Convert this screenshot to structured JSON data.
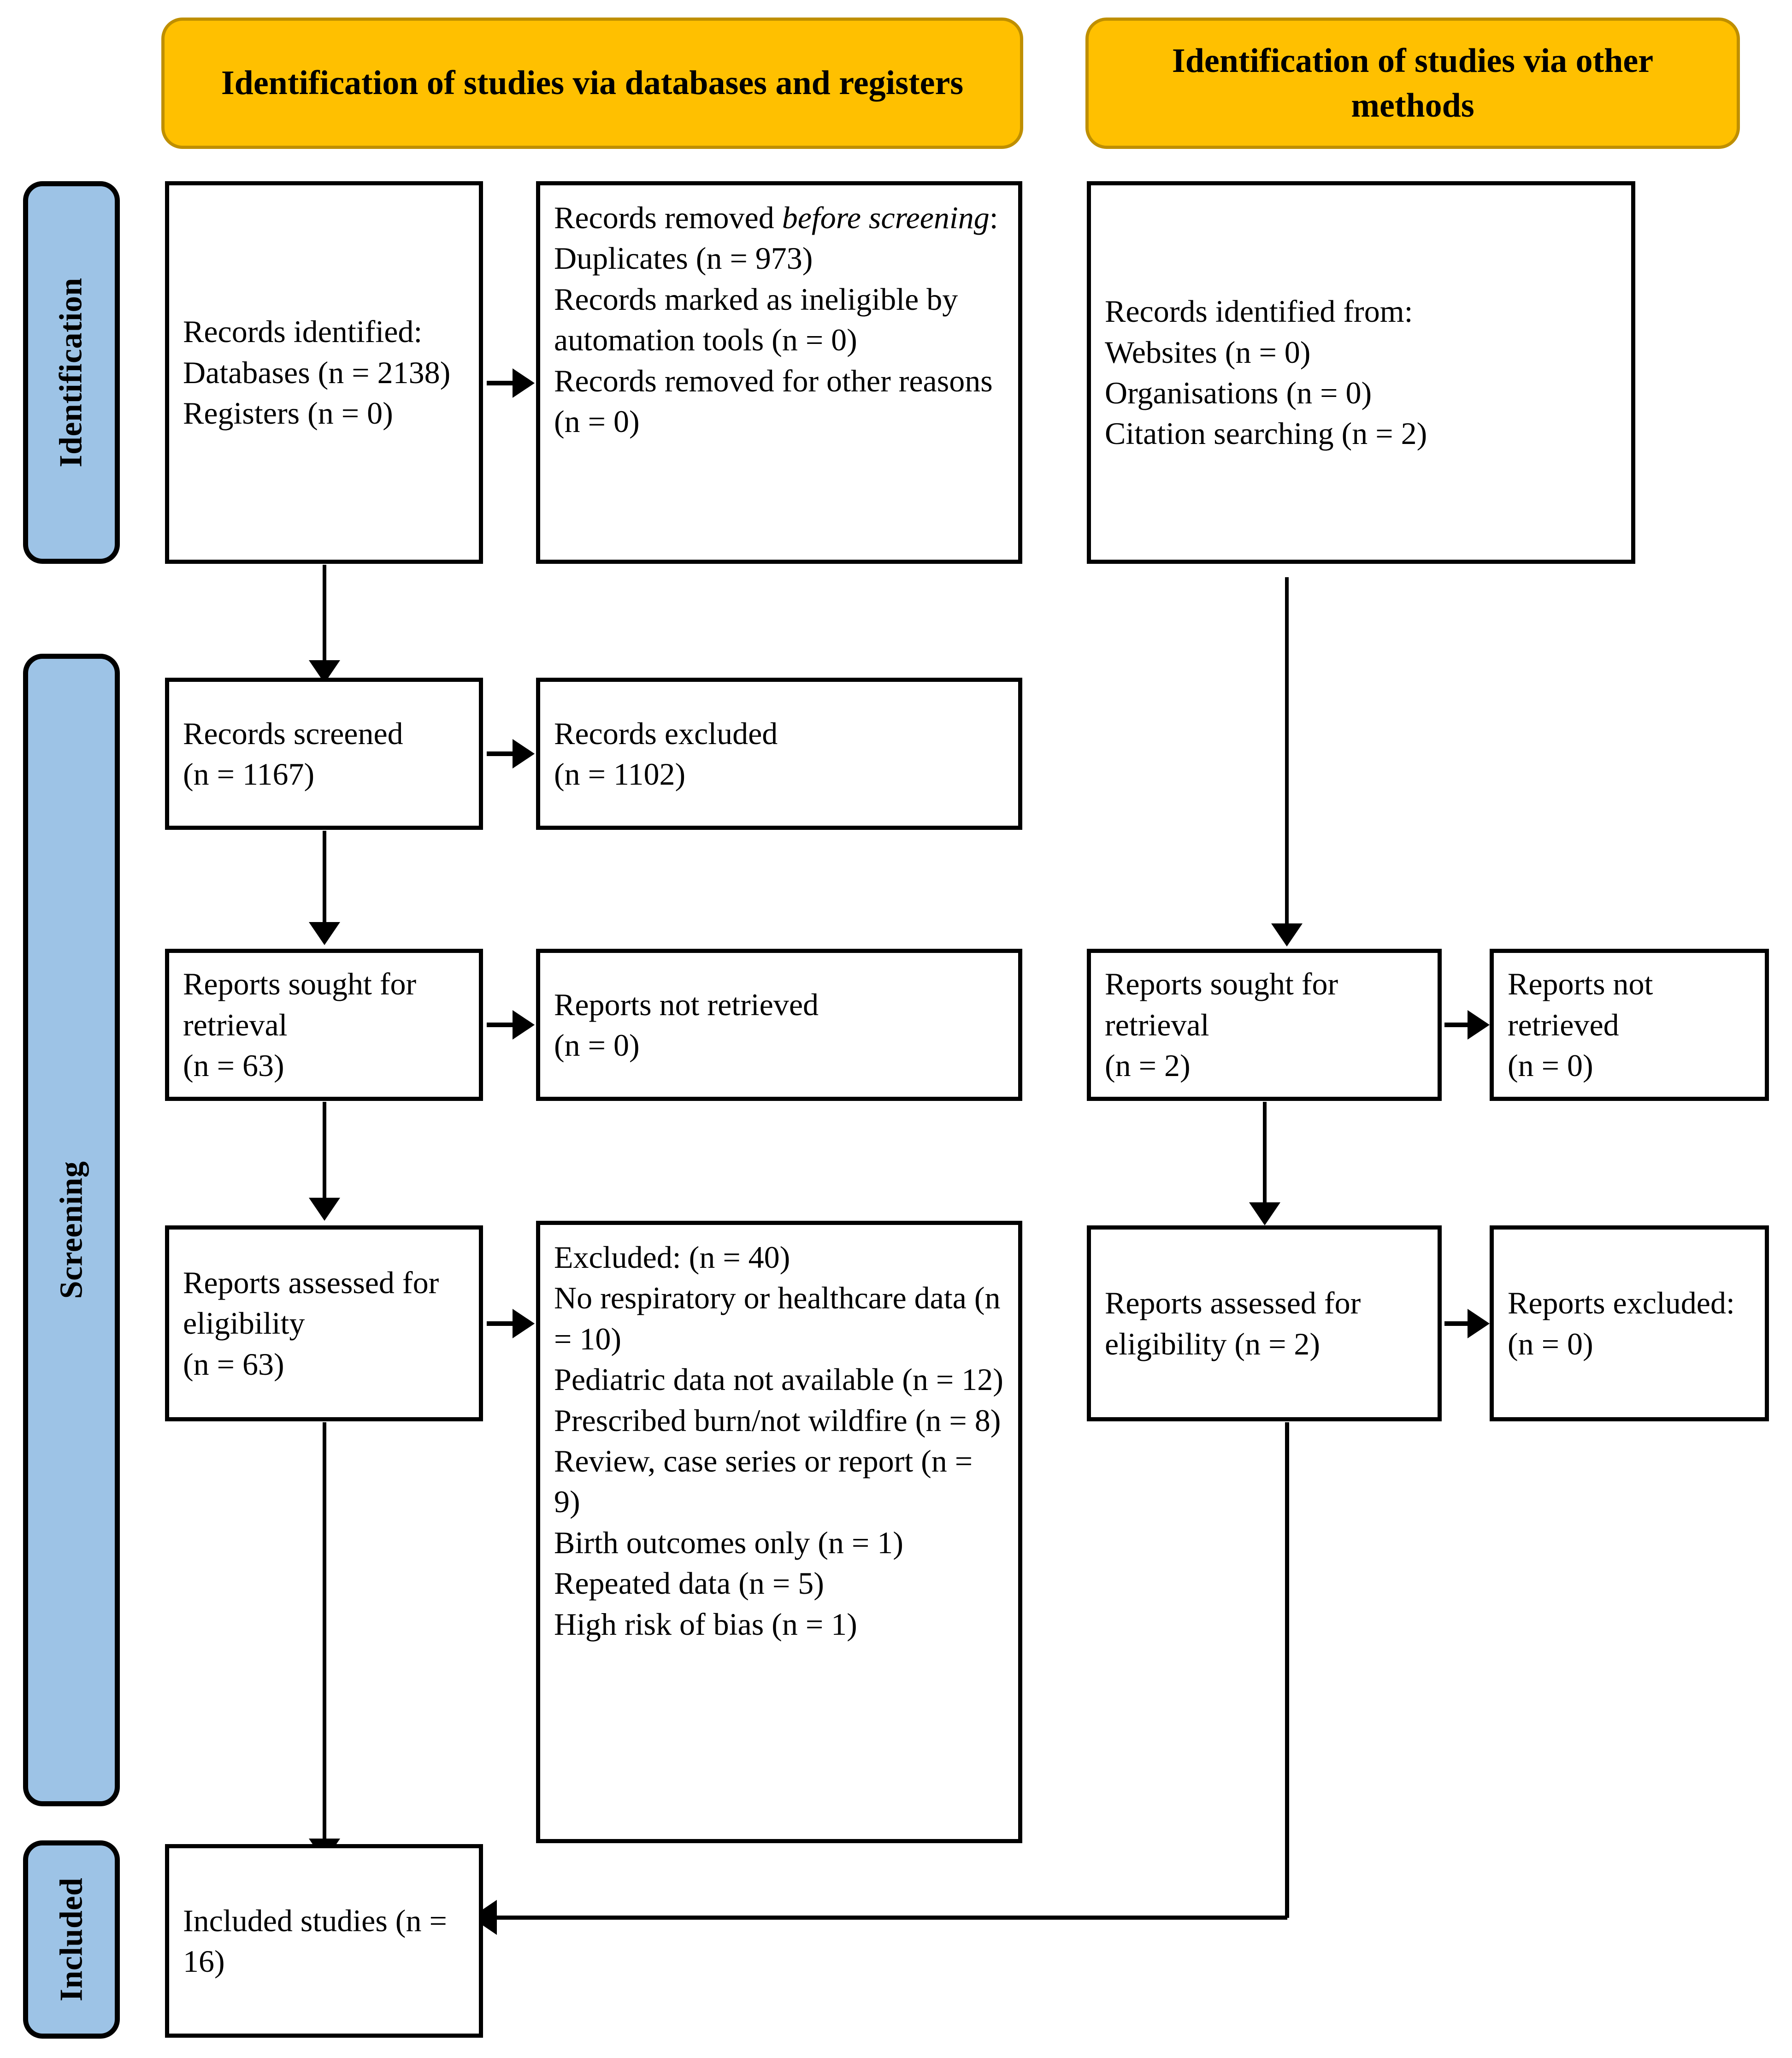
{
  "diagram": {
    "type": "PRISMA 2020 flow diagram",
    "headers": [
      {
        "id": "databases-registers",
        "label": "Identification of studies via databases and registers"
      },
      {
        "id": "other-methods",
        "label": "Identification of studies via other methods"
      }
    ],
    "stage_labels": [
      {
        "id": "identification",
        "label": "Identification"
      },
      {
        "id": "screening",
        "label": "Screening"
      },
      {
        "id": "included",
        "label": "Included"
      }
    ],
    "left_column": {
      "records_identified": {
        "lines": [
          "Records identified:",
          "Databases (n = 2138)",
          "Registers (n = 0)"
        ]
      },
      "records_removed": {
        "heading_plain": "Records removed ",
        "heading_italic": "before screening",
        "heading_suffix": ":",
        "lines": [
          "Duplicates (n = 973)",
          "Records marked as ineligible by automation tools (n = 0)",
          "Records removed for other reasons (n = 0)"
        ]
      },
      "records_screened": {
        "lines": [
          "Records screened",
          "(n = 1167)"
        ]
      },
      "records_excluded": {
        "lines": [
          "Records excluded",
          "(n = 1102)"
        ]
      },
      "reports_sought": {
        "lines": [
          "Reports sought for retrieval",
          "(n = 63)"
        ]
      },
      "reports_not_retrieved": {
        "lines": [
          "Reports not retrieved",
          "(n = 0)"
        ]
      },
      "reports_assessed": {
        "lines": [
          "Reports assessed for eligibility",
          "(n = 63)"
        ]
      },
      "excluded_reasons": {
        "lines": [
          "Excluded: (n = 40)",
          "No respiratory or healthcare data (n = 10)",
          "Pediatric data not available (n = 12)",
          "Prescribed burn/not wildfire (n = 8)",
          "Review, case series or report (n = 9)",
          "Birth outcomes only (n = 1) Repeated data (n = 5)",
          "High risk of bias (n = 1)"
        ]
      },
      "included_studies": {
        "lines": [
          "Included studies (n = 16)"
        ]
      }
    },
    "right_column": {
      "records_identified_from": {
        "lines": [
          "Records identified from:",
          "Websites (n = 0)",
          "Organisations (n = 0)",
          "Citation searching (n = 2)"
        ]
      },
      "reports_sought": {
        "lines": [
          "Reports sought for retrieval",
          "(n = 2)"
        ]
      },
      "reports_not_retrieved": {
        "lines": [
          "Reports not retrieved",
          "(n = 0)"
        ]
      },
      "reports_assessed": {
        "lines": [
          "Reports assessed for eligibility (n = 2)"
        ]
      },
      "reports_excluded": {
        "lines": [
          "Reports excluded:",
          "(n = 0)"
        ]
      }
    },
    "colors": {
      "header_fill": "#FFC000",
      "header_border": "#BF8F00",
      "stage_label_fill": "#9DC3E6",
      "box_border": "#000000",
      "box_fill": "#FFFFFF",
      "text": "#000000"
    }
  }
}
